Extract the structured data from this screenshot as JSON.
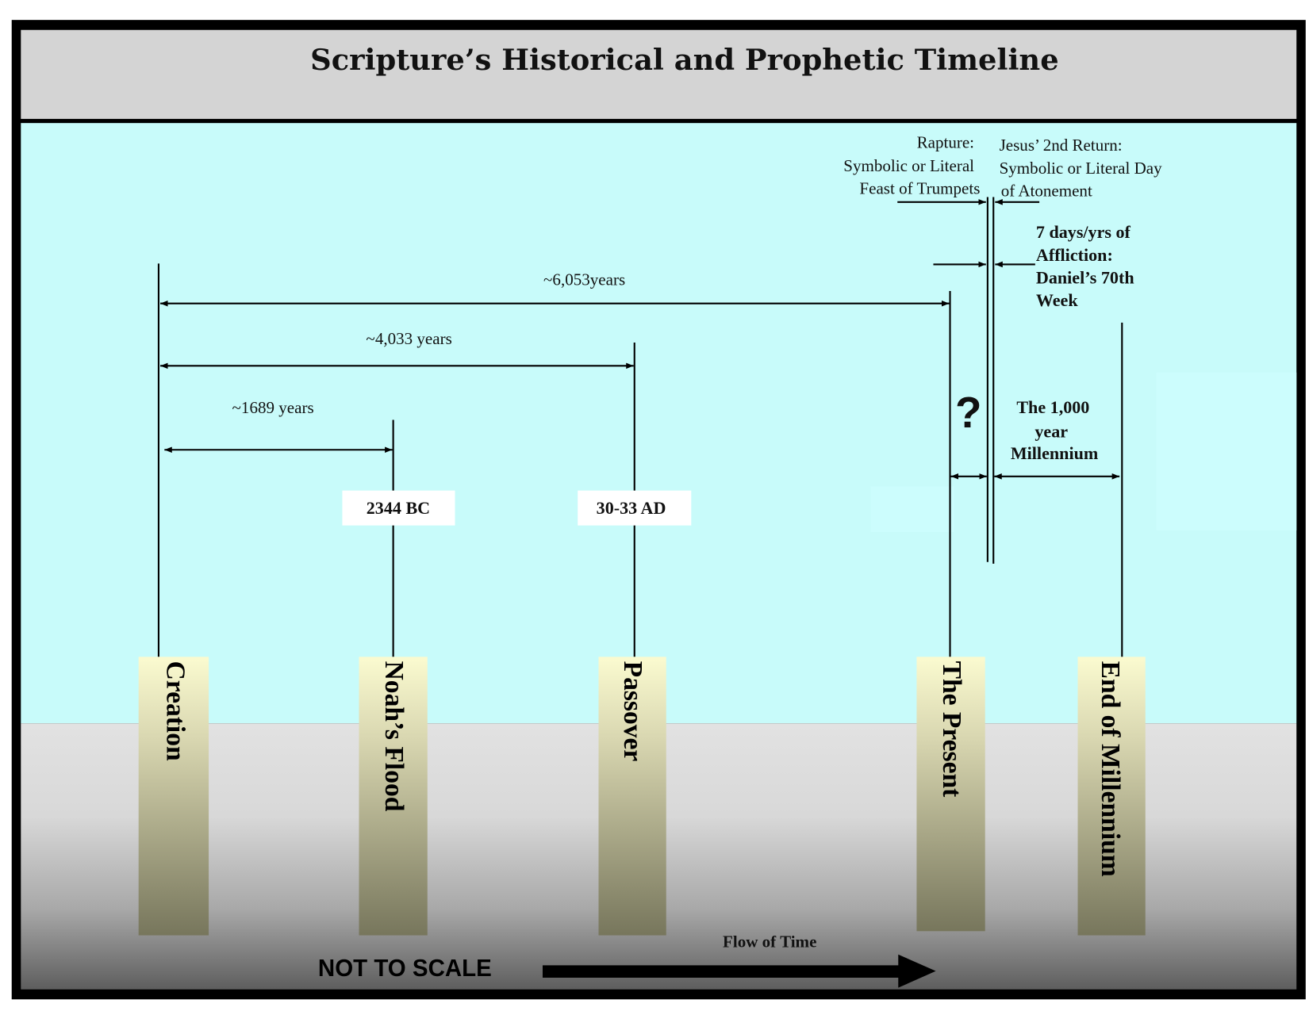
{
  "title": "Scripture’s Historical and Prophetic Timeline",
  "spans": {
    "total": "~6,053years",
    "to_passover": "~4,033 years",
    "to_flood": "~1689 years"
  },
  "dates": {
    "flood": "2344 BC",
    "passover": "30-33 AD"
  },
  "pillars": {
    "creation": "Creation",
    "flood": "Noah’s Flood",
    "passover": "Passover",
    "present": "The Present",
    "end": "End of Millennium"
  },
  "rapture": [
    "Rapture:",
    "Symbolic or Literal",
    "Feast of Trumpets"
  ],
  "return": [
    "Jesus’ 2nd Return:",
    "Symbolic or Literal Day",
    "of Atonement"
  ],
  "affliction": [
    "7 days/yrs of",
    "Affliction:",
    "Daniel’s 70th",
    "Week"
  ],
  "unknown_gap": "?",
  "millennium": [
    "The 1,000",
    "year",
    "Millennium"
  ],
  "footer": {
    "flow": "Flow of Time",
    "scale_note": "NOT TO SCALE"
  },
  "colors": {
    "sky": "#c8fbfa",
    "header": "#d4d4d4",
    "pillar_top": "#fbfbd0",
    "pillar_bottom": "#77765c"
  }
}
